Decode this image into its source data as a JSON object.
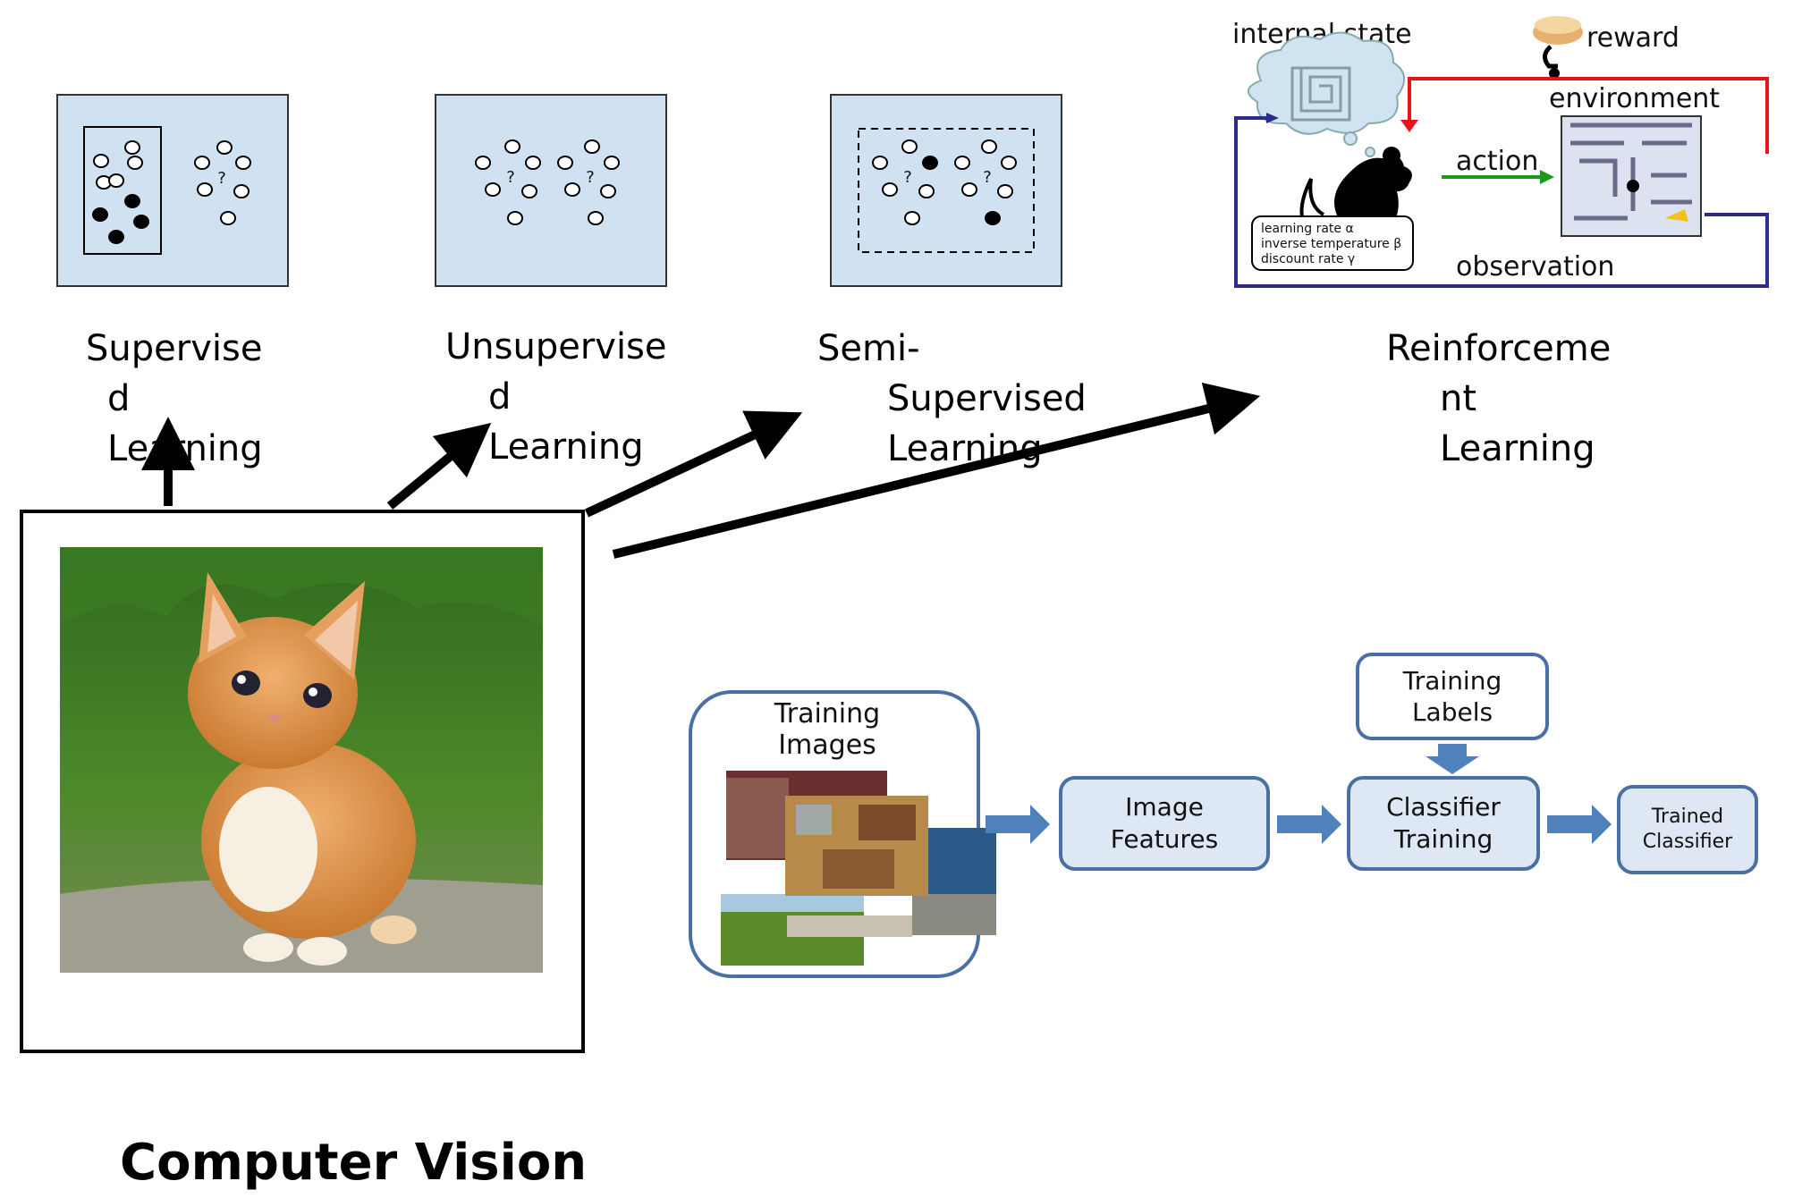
{
  "paradigms": [
    {
      "id": "supervised",
      "label_lines": [
        "Supervise",
        "d",
        "Learning"
      ]
    },
    {
      "id": "unsupervised",
      "label_lines": [
        "Unsupervise",
        "d",
        "Learning"
      ]
    },
    {
      "id": "semi",
      "label_lines": [
        "Semi-",
        "Supervised",
        "Learning"
      ]
    },
    {
      "id": "reinforcement",
      "label_lines": [
        "Reinforceme",
        "nt",
        "Learning"
      ]
    }
  ],
  "rl_diagram": {
    "internal_state": "internal state",
    "reward": "reward",
    "environment": "environment",
    "action": "action",
    "observation": "observation",
    "params": [
      "learning rate α",
      "inverse temperature β",
      "discount rate γ"
    ],
    "colors": {
      "reward": "#e8141c",
      "action": "#1a9a1a",
      "observation": "#2c2c8c"
    }
  },
  "pipeline": {
    "training_images": [
      "Training",
      "Images"
    ],
    "image_features": [
      "Image",
      "Features"
    ],
    "training_labels": [
      "Training",
      "Labels"
    ],
    "classifier_training": [
      "Classifier",
      "Training"
    ],
    "trained_classifier": [
      "Trained",
      "Classifier"
    ],
    "colors": {
      "box_fill": "#dde8f4",
      "box_stroke": "#4a6fa5",
      "arrow": "#4f81bd"
    }
  },
  "question_mark": "?",
  "bottom_title": "Computer Vision",
  "panel_fill": "#d0e1f2"
}
